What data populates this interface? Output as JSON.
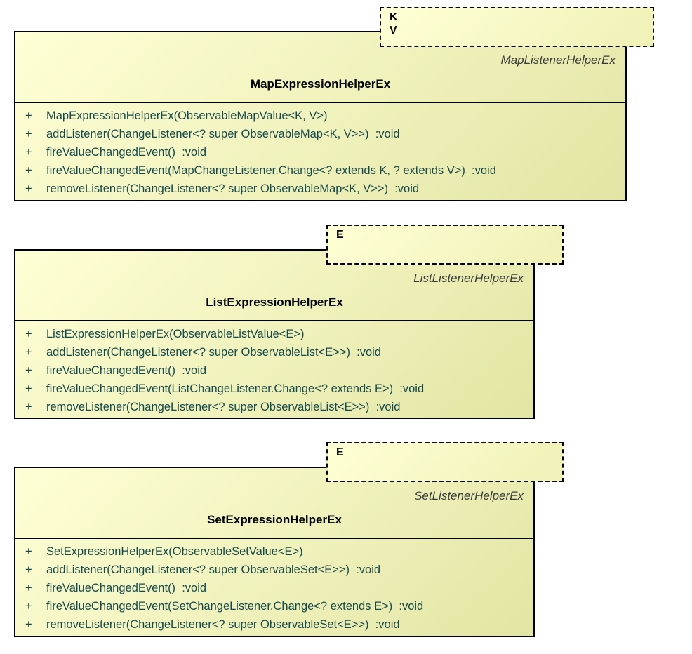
{
  "diagram": {
    "colors": {
      "fill_light": "#FFFFD6",
      "fill_dark": "#E2E5A4",
      "border": "#000000",
      "method_text": "#17494B",
      "title_text": "#000000",
      "supertype_text": "#3A3A3A"
    },
    "classes": [
      {
        "type_params": [
          "K",
          "V"
        ],
        "supertype": "MapListenerHelperEx",
        "title": "MapExpressionHelperEx",
        "methods": [
          {
            "vis": "+",
            "sig": "MapExpressionHelperEx(ObservableMapValue<K, V>)"
          },
          {
            "vis": "+",
            "sig": "addListener(ChangeListener<? super ObservableMap<K, V>>)  :void"
          },
          {
            "vis": "+",
            "sig": "fireValueChangedEvent()  :void"
          },
          {
            "vis": "+",
            "sig": "fireValueChangedEvent(MapChangeListener.Change<? extends K, ? extends V>)  :void"
          },
          {
            "vis": "+",
            "sig": "removeListener(ChangeListener<? super ObservableMap<K, V>>)  :void"
          }
        ]
      },
      {
        "type_params": [
          "E"
        ],
        "supertype": "ListListenerHelperEx",
        "title": "ListExpressionHelperEx",
        "methods": [
          {
            "vis": "+",
            "sig": "ListExpressionHelperEx(ObservableListValue<E>)"
          },
          {
            "vis": "+",
            "sig": "addListener(ChangeListener<? super ObservableList<E>>)  :void"
          },
          {
            "vis": "+",
            "sig": "fireValueChangedEvent()  :void"
          },
          {
            "vis": "+",
            "sig": "fireValueChangedEvent(ListChangeListener.Change<? extends E>)  :void"
          },
          {
            "vis": "+",
            "sig": "removeListener(ChangeListener<? super ObservableList<E>>)  :void"
          }
        ]
      },
      {
        "type_params": [
          "E"
        ],
        "supertype": "SetListenerHelperEx",
        "title": "SetExpressionHelperEx",
        "methods": [
          {
            "vis": "+",
            "sig": "SetExpressionHelperEx(ObservableSetValue<E>)"
          },
          {
            "vis": "+",
            "sig": "addListener(ChangeListener<? super ObservableSet<E>>)  :void"
          },
          {
            "vis": "+",
            "sig": "fireValueChangedEvent()  :void"
          },
          {
            "vis": "+",
            "sig": "fireValueChangedEvent(SetChangeListener.Change<? extends E>)  :void"
          },
          {
            "vis": "+",
            "sig": "removeListener(ChangeListener<? super ObservableSet<E>>)  :void"
          }
        ]
      }
    ]
  }
}
